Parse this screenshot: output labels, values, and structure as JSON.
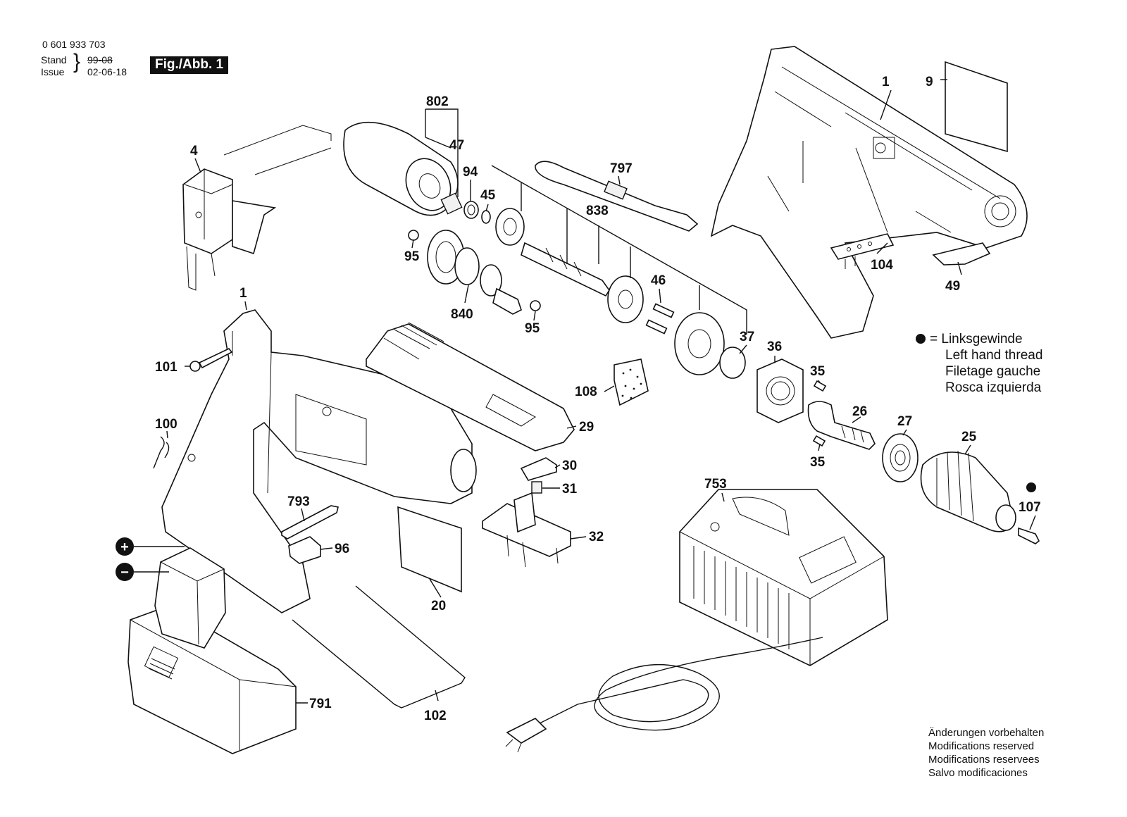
{
  "header": {
    "doc_number": "0 601 933 703",
    "stand_label": "Stand",
    "issue_label": "Issue",
    "stand_value": "99-08",
    "issue_value": "02-06-18",
    "figure_label": "Fig./Abb. 1"
  },
  "legend": {
    "symbol": "=",
    "lines": [
      "Linksgewinde",
      "Left hand thread",
      "Filetage gauche",
      "Rosca izquierda"
    ]
  },
  "notes": {
    "lines": [
      "Änderungen vorbehalten",
      "Modifications reserved",
      "Modifications reservees",
      "Salvo modificaciones"
    ]
  },
  "callouts": {
    "p1_housing_right": "1",
    "p1_housing_left": "1",
    "p4": "4",
    "p9": "9",
    "p20": "20",
    "p25": "25",
    "p26": "26",
    "p27": "27",
    "p29": "29",
    "p30": "30",
    "p31": "31",
    "p32": "32",
    "p35_top": "35",
    "p35_bottom": "35",
    "p36": "36",
    "p37": "37",
    "p45": "45",
    "p46": "46",
    "p47": "47",
    "p49": "49",
    "p94": "94",
    "p95_left": "95",
    "p95_right": "95",
    "p96": "96",
    "p100": "100",
    "p101": "101",
    "p102": "102",
    "p104": "104",
    "p107": "107",
    "p108": "108",
    "p753": "753",
    "p791": "791",
    "p793": "793",
    "p797": "797",
    "p802": "802",
    "p838": "838",
    "p840": "840",
    "plus_symbol": "+",
    "minus_symbol": "−"
  }
}
